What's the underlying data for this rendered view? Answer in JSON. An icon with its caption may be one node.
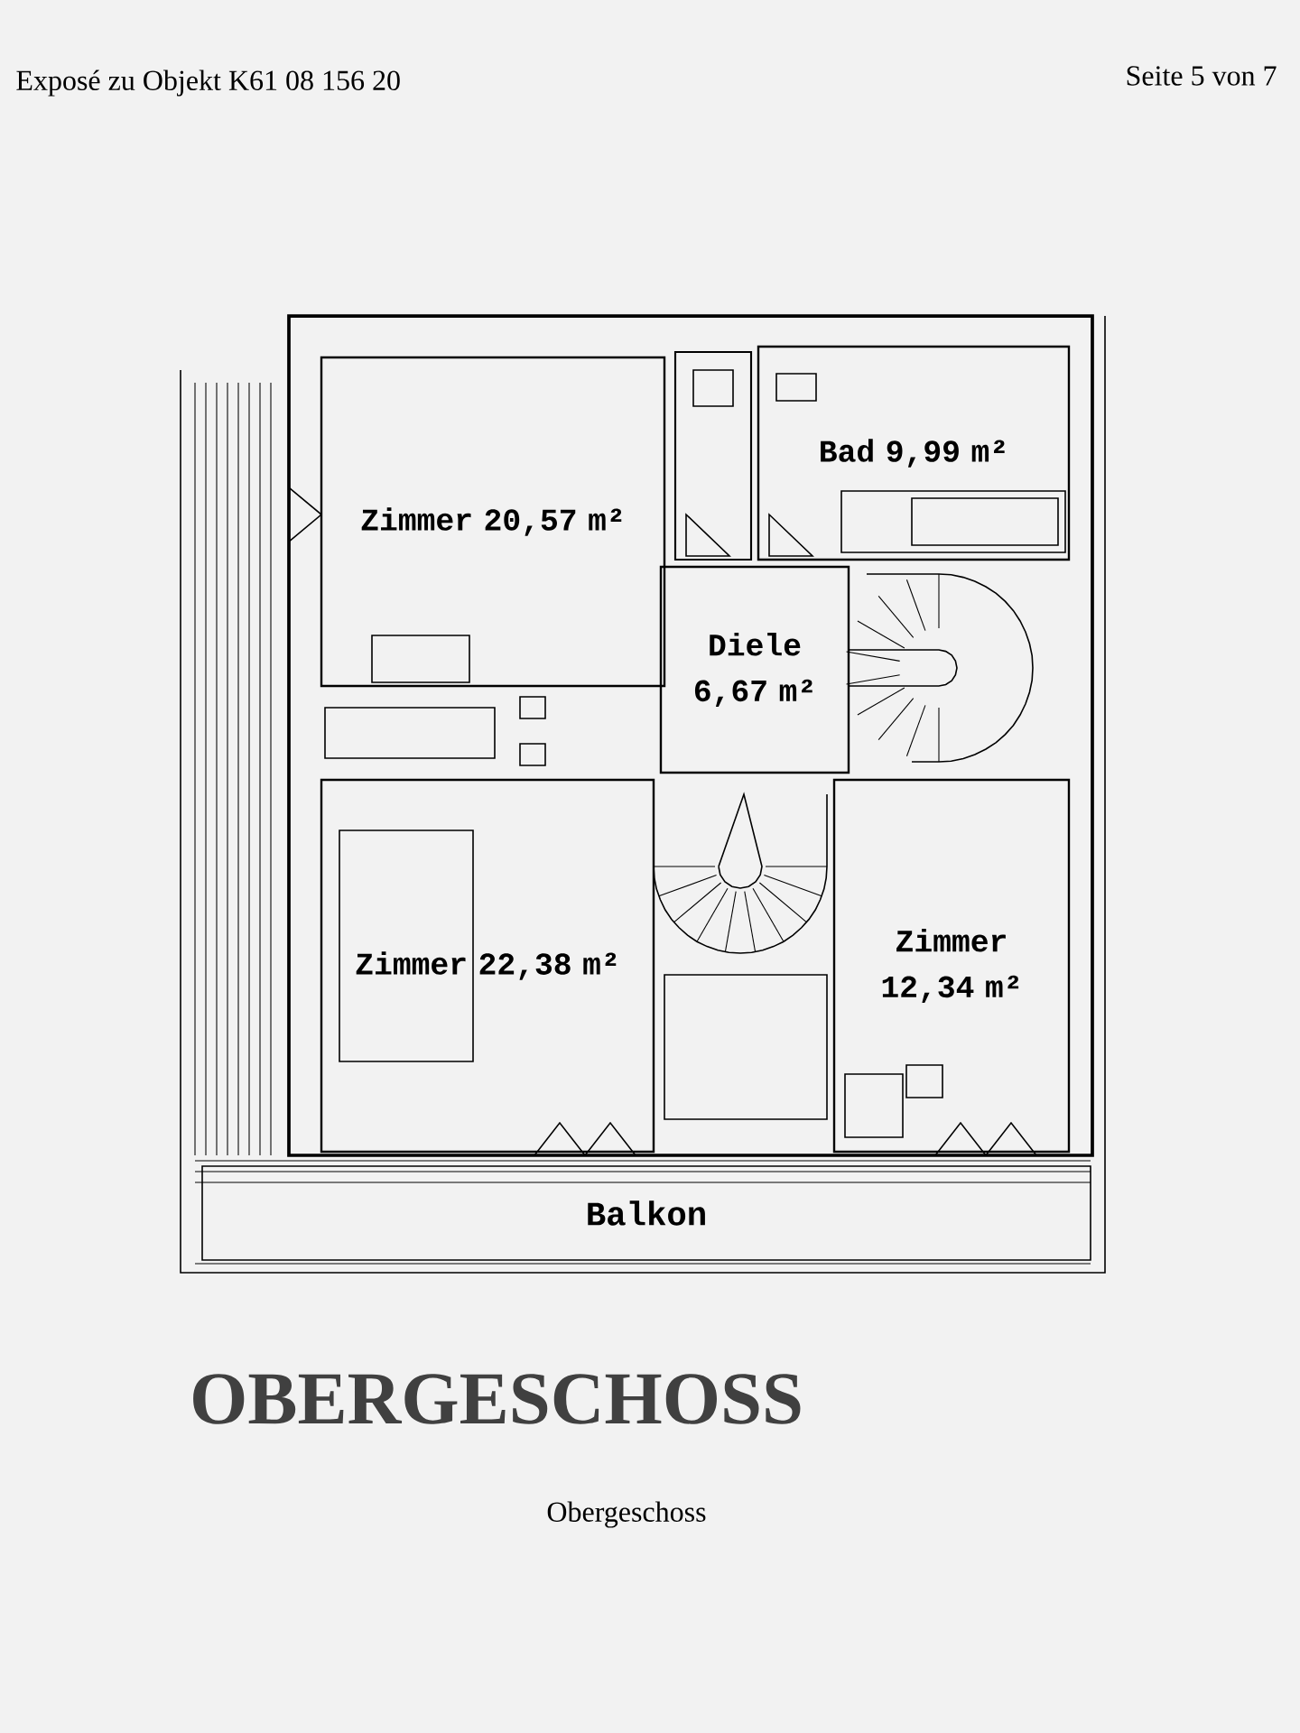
{
  "diagram": {
    "title": "OBERGESCHOSS",
    "caption": "Obergeschoss",
    "nodes": [
      {
        "text": [
          "Zimmer 20,57 m²"
        ]
      },
      {
        "text": [
          "Bad 9,99 m²"
        ]
      },
      {
        "text": [
          "Diele 6,67 m²"
        ]
      },
      {
        "text": [
          "Zimmer 22,38 m²"
        ]
      },
      {
        "text": [
          "Zimmer 12,34 m²"
        ]
      },
      {
        "text": [
          "Balkon"
        ]
      }
    ],
    "labels": [
      "Exposé zu Objekt K61 08 156 20",
      "Seite 5 von 7"
    ]
  }
}
